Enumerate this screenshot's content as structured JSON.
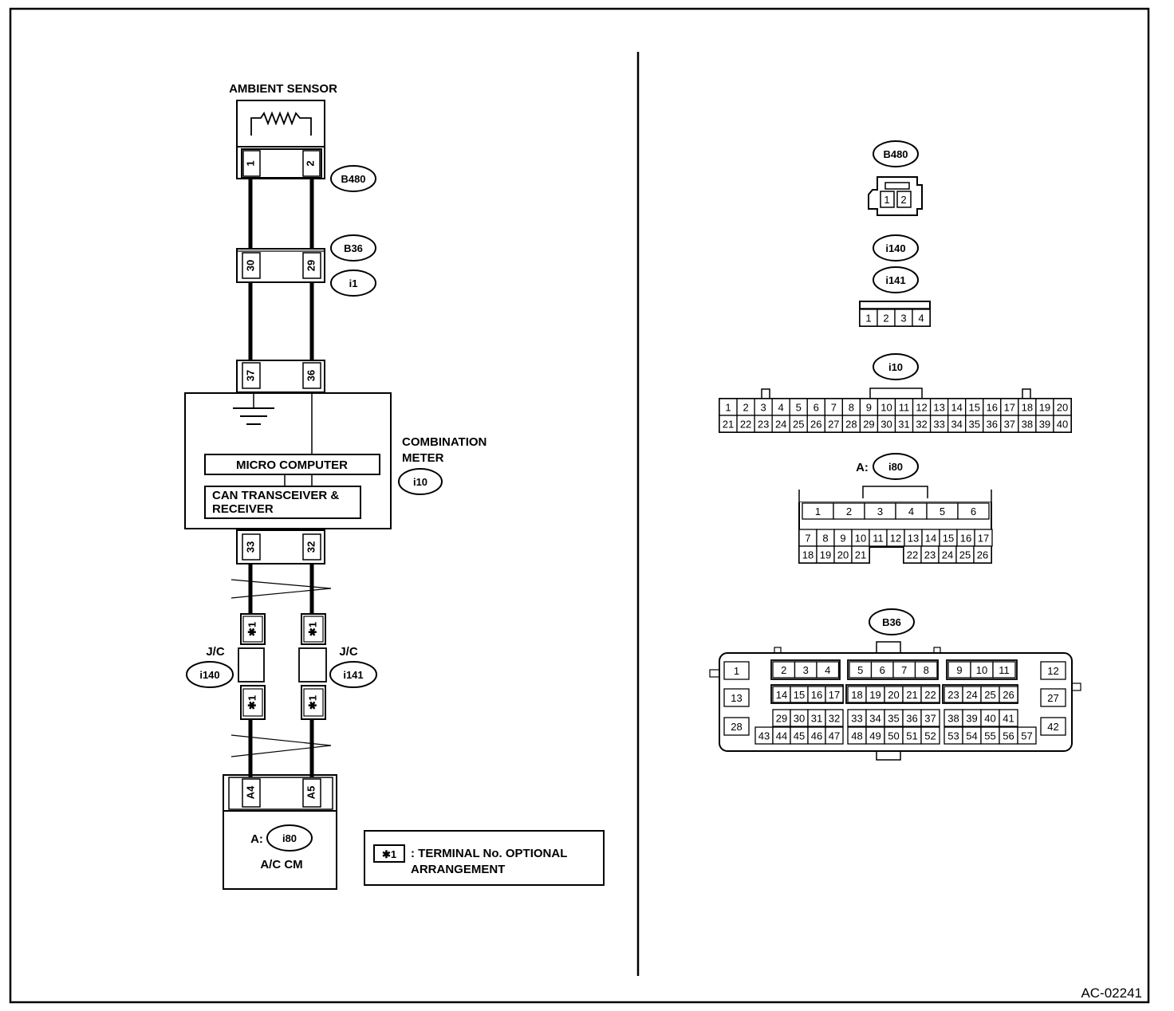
{
  "figure_id": "AC-02241",
  "schematic": {
    "ambient_sensor": "AMBIENT SENSOR",
    "b480_pins": [
      "1",
      "2"
    ],
    "b36_pins": [
      "30",
      "29"
    ],
    "i10_top_pins": [
      "37",
      "36"
    ],
    "i10_bottom_pins": [
      "33",
      "32"
    ],
    "i80_pins": [
      "A4",
      "A5"
    ],
    "combination_meter": "COMBINATION\nMETER",
    "micro_computer": "MICRO COMPUTER",
    "can_transceiver": "CAN TRANSCEIVER &\n RECEIVER",
    "jc_label": "J/C",
    "star_pin": "✱1",
    "acm_prefix": "A:",
    "acm_name": "A/C CM"
  },
  "badges": {
    "b480": "B480",
    "b36": "B36",
    "i1": "i1",
    "i10": "i10",
    "i140": "i140",
    "i141": "i141",
    "i80": "i80"
  },
  "legend": {
    "symbol": "✱1",
    "text": ": TERMINAL No. OPTIONAL\n  ARRANGEMENT"
  },
  "connector_views": {
    "b480_pins": [
      "1",
      "2"
    ],
    "i140_pins": [
      "1",
      "2",
      "3",
      "4"
    ],
    "i10_row1": [
      "1",
      "2",
      "3",
      "4",
      "5",
      "6",
      "7",
      "8",
      "9",
      "10",
      "11",
      "12",
      "13",
      "14",
      "15",
      "16",
      "17",
      "18",
      "19",
      "20"
    ],
    "i10_row2": [
      "21",
      "22",
      "23",
      "24",
      "25",
      "26",
      "27",
      "28",
      "29",
      "30",
      "31",
      "32",
      "33",
      "34",
      "35",
      "36",
      "37",
      "38",
      "39",
      "40"
    ],
    "i80_prefix": "A:",
    "i80_top": [
      "1",
      "2",
      "3",
      "4",
      "5",
      "6"
    ],
    "i80_mid": [
      "7",
      "8",
      "9",
      "10",
      "11",
      "12",
      "13",
      "14",
      "15",
      "16",
      "17"
    ],
    "i80_bot_left": [
      "18",
      "19",
      "20",
      "21"
    ],
    "i80_bot_right": [
      "22",
      "23",
      "24",
      "25",
      "26"
    ],
    "b36": {
      "singles": [
        "1",
        "12",
        "13",
        "27",
        "28",
        "42"
      ],
      "grp_a_r1": [
        "2",
        "3",
        "4"
      ],
      "grp_b_r1": [
        "5",
        "6",
        "7",
        "8"
      ],
      "grp_c_r1": [
        "9",
        "10",
        "11"
      ],
      "grp_a_r2": [
        "14",
        "15",
        "16",
        "17"
      ],
      "grp_b_r2": [
        "18",
        "19",
        "20",
        "21",
        "22"
      ],
      "grp_c_r2": [
        "23",
        "24",
        "25",
        "26"
      ],
      "grp_a_r3": [
        "29",
        "30",
        "31",
        "32"
      ],
      "grp_b_r3": [
        "33",
        "34",
        "35",
        "36",
        "37"
      ],
      "grp_c_r3": [
        "38",
        "39",
        "40",
        "41"
      ],
      "row4": [
        "43",
        "44",
        "45",
        "46",
        "47",
        "48",
        "49",
        "50",
        "51",
        "52",
        "53",
        "54",
        "55",
        "56",
        "57"
      ]
    }
  }
}
